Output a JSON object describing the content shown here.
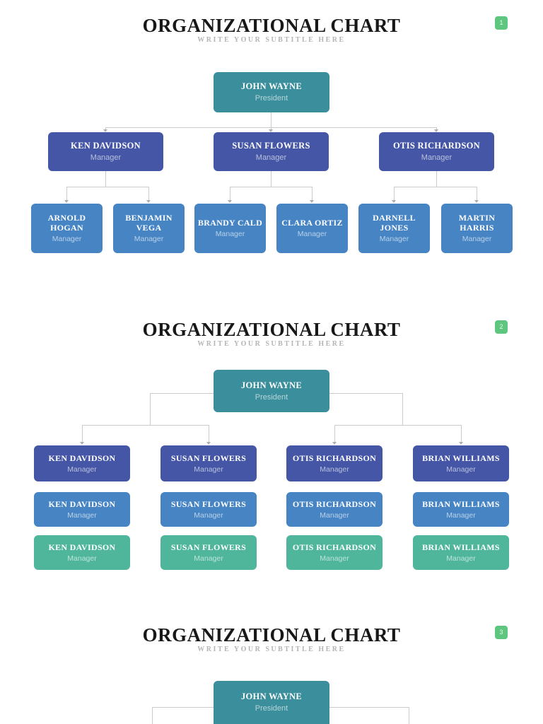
{
  "document": {
    "kind": "organizational chart template pages"
  },
  "colors": {
    "president_teal": "#3b8e9c",
    "manager_indigo": "#4456a5",
    "manager_blue": "#4684c4",
    "manager_green": "#4fb69c",
    "page_badge_green": "#5ec67e",
    "connector_gray": "#cbcbcb"
  },
  "slides": [
    {
      "number": "1",
      "title": "ORGANIZATIONAL CHART",
      "subtitle": "WRITE YOUR SUBTITLE HERE",
      "root": {
        "name": "JOHN WAYNE",
        "role": "President"
      },
      "level2": [
        {
          "name": "KEN DAVIDSON",
          "role": "Manager"
        },
        {
          "name": "SUSAN FLOWERS",
          "role": "Manager"
        },
        {
          "name": "OTIS RICHARDSON",
          "role": "Manager"
        }
      ],
      "level3": [
        {
          "name": "ARNOLD HOGAN",
          "role": "Manager"
        },
        {
          "name": "BENJAMIN VEGA",
          "role": "Manager"
        },
        {
          "name": "BRANDY CALD",
          "role": "Manager"
        },
        {
          "name": "CLARA ORTIZ",
          "role": "Manager"
        },
        {
          "name": "DARNELL JONES",
          "role": "Manager"
        },
        {
          "name": "MARTIN HARRIS",
          "role": "Manager"
        }
      ]
    },
    {
      "number": "2",
      "title": "ORGANIZATIONAL CHART",
      "subtitle": "WRITE YOUR SUBTITLE HERE",
      "root": {
        "name": "JOHN WAYNE",
        "role": "President"
      },
      "rows": [
        [
          {
            "name": "KEN DAVIDSON",
            "role": "Manager"
          },
          {
            "name": "SUSAN FLOWERS",
            "role": "Manager"
          },
          {
            "name": "OTIS RICHARDSON",
            "role": "Manager"
          },
          {
            "name": "BRIAN WILLIAMS",
            "role": "Manager"
          }
        ],
        [
          {
            "name": "KEN DAVIDSON",
            "role": "Manager"
          },
          {
            "name": "SUSAN FLOWERS",
            "role": "Manager"
          },
          {
            "name": "OTIS RICHARDSON",
            "role": "Manager"
          },
          {
            "name": "BRIAN WILLIAMS",
            "role": "Manager"
          }
        ],
        [
          {
            "name": "KEN DAVIDSON",
            "role": "Manager"
          },
          {
            "name": "SUSAN FLOWERS",
            "role": "Manager"
          },
          {
            "name": "OTIS RICHARDSON",
            "role": "Manager"
          },
          {
            "name": "BRIAN WILLIAMS",
            "role": "Manager"
          }
        ]
      ]
    },
    {
      "number": "3",
      "title": "ORGANIZATIONAL CHART",
      "subtitle": "WRITE YOUR SUBTITLE HERE",
      "root": {
        "name": "JOHN WAYNE",
        "role": "President"
      }
    }
  ]
}
